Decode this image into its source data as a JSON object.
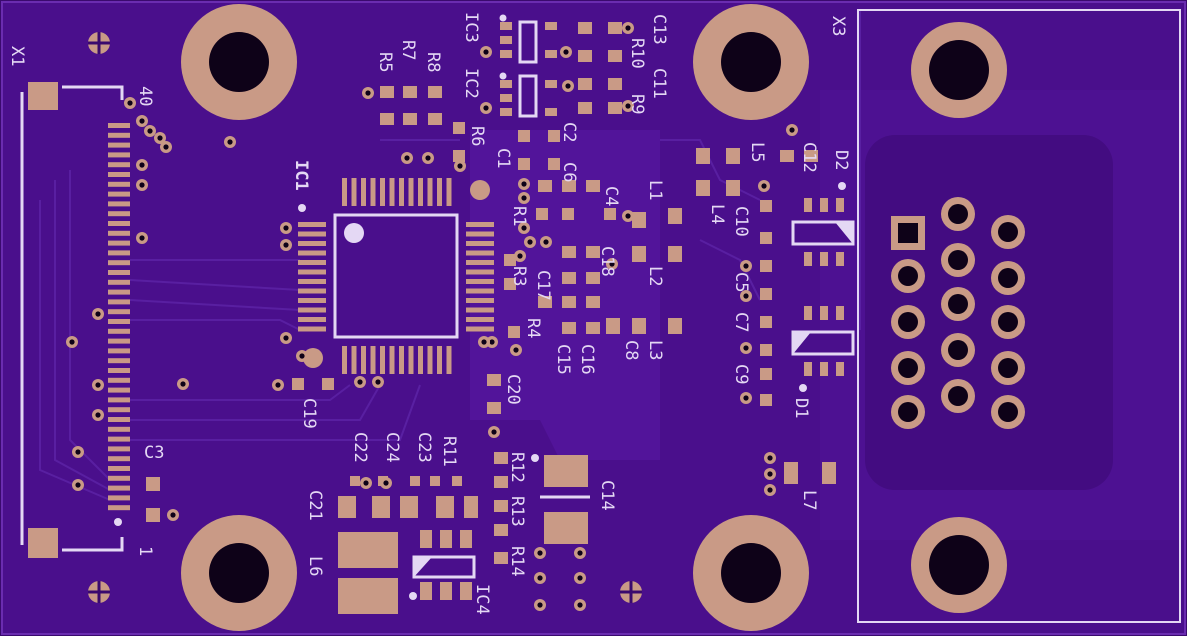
{
  "colors": {
    "board": "#4a0f8c",
    "copper": "#5a1aa6",
    "pad": "#c99a86",
    "silk": "#e4d8f4",
    "hole": "#0e0218"
  },
  "labels": {
    "x1": "X1",
    "x3": "X3",
    "pin40": "40",
    "pin1": "1",
    "ic1": "IC1",
    "ic2": "IC2",
    "ic3": "IC3",
    "ic4": "IC4",
    "c1": "C1",
    "c2": "C2",
    "c3": "C3",
    "c4": "C4",
    "c5": "C5",
    "c6": "C6",
    "c7": "C7",
    "c8": "C8",
    "c9": "C9",
    "c10": "C10",
    "c11": "C11",
    "c12": "C12",
    "c13": "C13",
    "c14": "C14",
    "c15": "C15",
    "c16": "C16",
    "c17": "C17",
    "c18": "C18",
    "c19": "C19",
    "c20": "C20",
    "c21": "C21",
    "c22": "C22",
    "c23": "C23",
    "c24": "C24",
    "r1": "R1",
    "r3": "R3",
    "r4": "R4",
    "r5": "R5",
    "r6": "R6",
    "r7": "R7",
    "r8": "R8",
    "r9": "R9",
    "r10": "R10",
    "r11": "R11",
    "r12": "R12",
    "r13": "R13",
    "r14": "R14",
    "l1": "L1",
    "l2": "L2",
    "l3": "L3",
    "l4": "L4",
    "l5": "L5",
    "l6": "L6",
    "l7": "L7",
    "d1": "D1",
    "d2": "D2"
  }
}
